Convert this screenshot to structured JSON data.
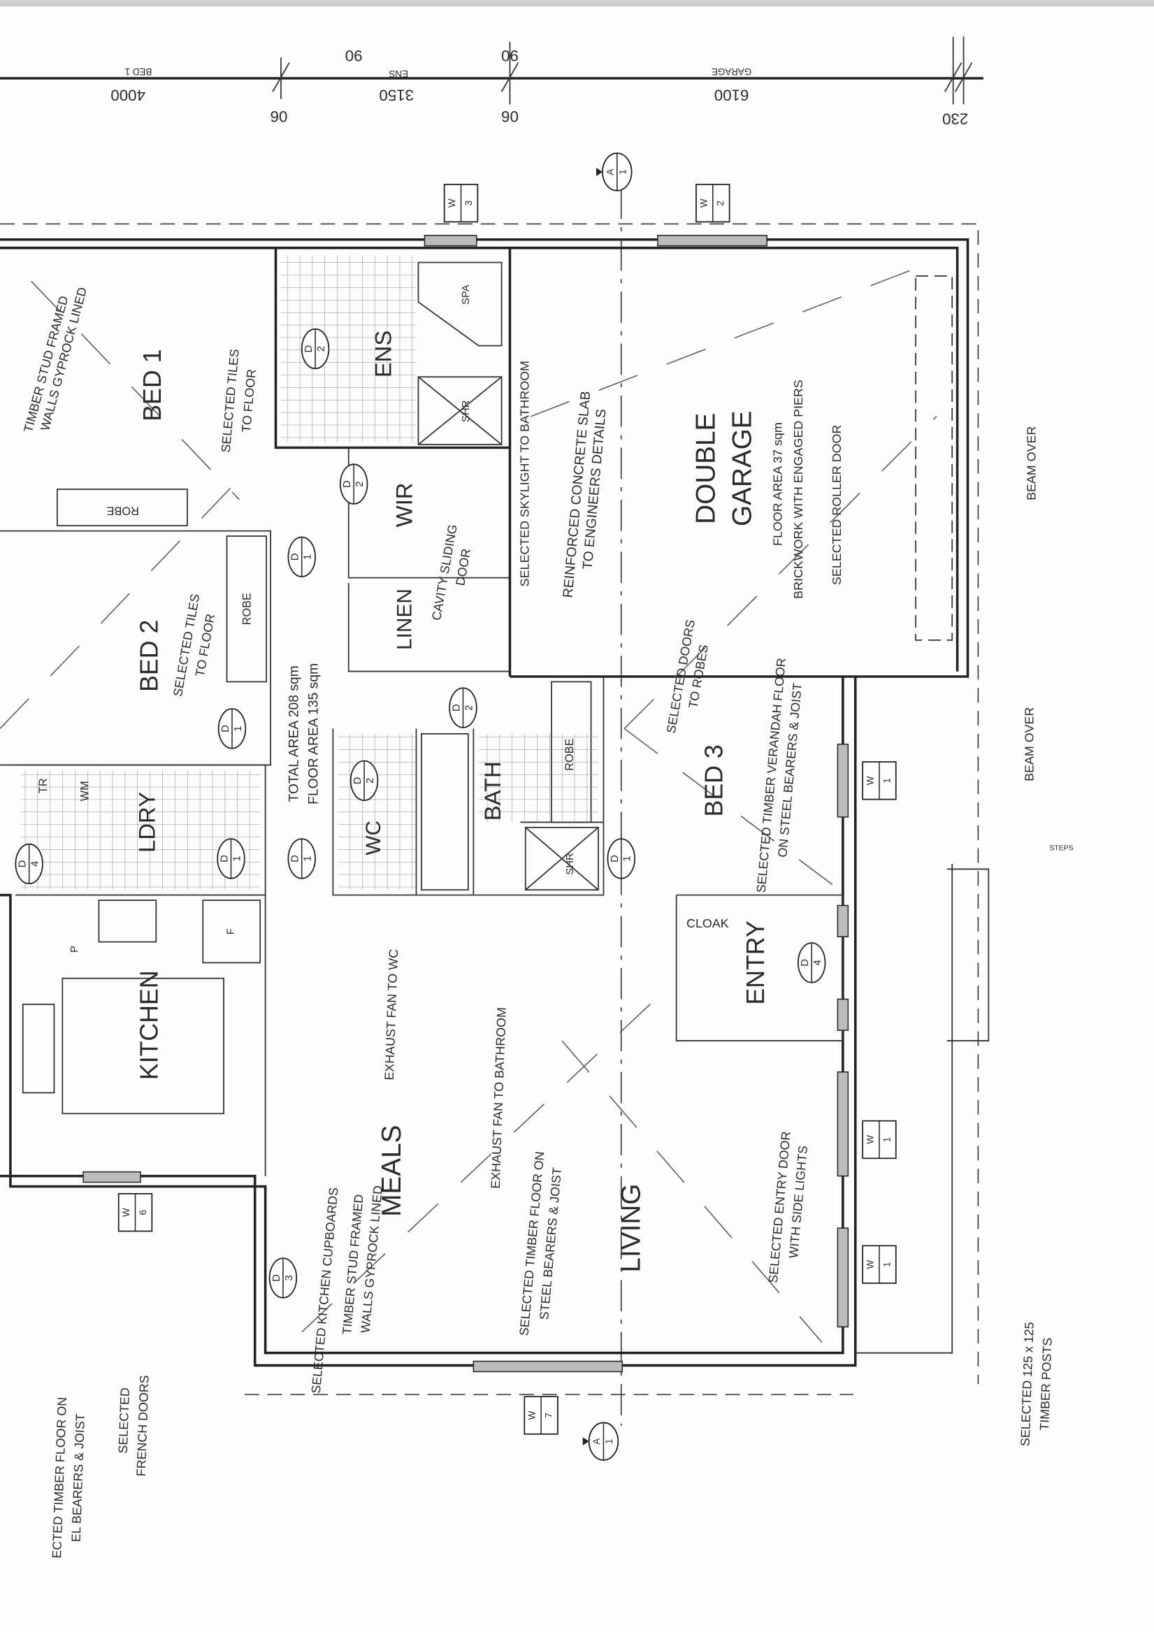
{
  "dimensions": {
    "d4000": "4000",
    "bed1": "BED 1",
    "d90a": "90",
    "d90b": "90",
    "d3150": "3150",
    "ens": "ENS",
    "d90c": "90",
    "d90d": "90",
    "d6100": "6100",
    "garage": "GARAGE",
    "d230": "230"
  },
  "rooms": {
    "bed1": "BED 1",
    "ens": "ENS",
    "spa": "SPA",
    "shr1": "SHR",
    "wir": "WIR",
    "robe1": "ROBE",
    "robe2": "ROBE",
    "bed2": "BED 2",
    "linen": "LINEN",
    "double": "DOUBLE",
    "garage": "GARAGE",
    "robe3": "ROBE",
    "bed3": "BED 3",
    "ldry": "LDRY",
    "tr": "TR",
    "wm": "WM",
    "wc": "WC",
    "bath": "BATH",
    "shr2": "SHR",
    "cloak": "CLOAK",
    "entry": "ENTRY",
    "kitchen": "KITCHEN",
    "pantry": "P",
    "fridge": "F",
    "meals": "MEALS",
    "living": "LIVING"
  },
  "notes": {
    "studwalls1a": "TIMBER STUD FRAMED",
    "studwalls1b": "WALLS GYPROCK LINED",
    "tiles1a": "SELECTED TILES",
    "tiles1b": "TO FLOOR",
    "tiles2a": "SELECTED TILES",
    "tiles2b": "TO FLOOR",
    "cavitya": "CAVITY SLIDING",
    "cavityb": "DOOR",
    "skylight": "SELECTED SKYLIGHT TO BATHROOM",
    "slaba": "REINFORCED CONCRETE SLAB",
    "slabb": "TO ENGINEERS DETAILS",
    "garagearea": "FLOOR AREA 37 sqm",
    "brickwork": "BRICKWORK WITH ENGAGED PIERS",
    "rollerdoor": "SELECTED ROLLER DOOR",
    "beamover1": "BEAM OVER",
    "beamover2": "BEAM OVER",
    "steps": "STEPS",
    "robedoorsa": "SELECTED DOORS",
    "robedoorsb": "TO ROBES",
    "verandaha": "SELECTED TIMBER VERANDAH FLOOR",
    "verandahb": "ON STEEL BEARERS & JOIST",
    "totalarea": "TOTAL AREA 208 sqm",
    "floorarea": "FLOOR AREA 135 sqm",
    "exhaustwc": "EXHAUST FAN TO WC",
    "exhaustbath": "EXHAUST FAN TO BATHROOM",
    "timberfloora": "SELECTED TIMBER FLOOR ON",
    "timberfloorb": "STEEL BEARERS & JOIST",
    "entrydoora": "SELECTED ENTRY DOOR",
    "entrydoorb": "WITH SIDE LIGHTS",
    "studwalls2a": "TIMBER STUD FRAMED",
    "studwalls2b": "WALLS GYPROCK LINED",
    "cupboards": "SELECTED KITCHEN CUPBOARDS",
    "frencha": "SELECTED",
    "frenchb": "FRENCH DOORS",
    "leftfloora": "ECTED TIMBER FLOOR ON",
    "leftfloorb": "EL BEARERS & JOIST",
    "postsa": "SELECTED 125 x 125",
    "postsb": "TIMBER POSTS"
  },
  "doors": {
    "d1": {
      "code": "D",
      "num": "2"
    },
    "d2": {
      "code": "D",
      "num": "2"
    },
    "d3": {
      "code": "D",
      "num": "1"
    },
    "d4": {
      "code": "D",
      "num": "1"
    },
    "d5": {
      "code": "D",
      "num": "2"
    },
    "d6": {
      "code": "D",
      "num": "2"
    },
    "d7": {
      "code": "D",
      "num": "4"
    },
    "d8": {
      "code": "D",
      "num": "1"
    },
    "d9": {
      "code": "D",
      "num": "1"
    },
    "d10": {
      "code": "D",
      "num": "1"
    },
    "d11": {
      "code": "D",
      "num": "4"
    },
    "d12": {
      "code": "D",
      "num": "3"
    }
  },
  "windows": {
    "w1": {
      "code": "W",
      "num": "3"
    },
    "w2": {
      "code": "W",
      "num": "2"
    },
    "w3": {
      "code": "W",
      "num": "1"
    },
    "w4": {
      "code": "W",
      "num": "1"
    },
    "w5": {
      "code": "W",
      "num": "1"
    },
    "w6": {
      "code": "W",
      "num": "6"
    },
    "w7": {
      "code": "W",
      "num": "7"
    }
  },
  "sections": {
    "top": {
      "letter": "A",
      "num": "1"
    },
    "bottom": {
      "letter": "A",
      "num": "1"
    }
  }
}
